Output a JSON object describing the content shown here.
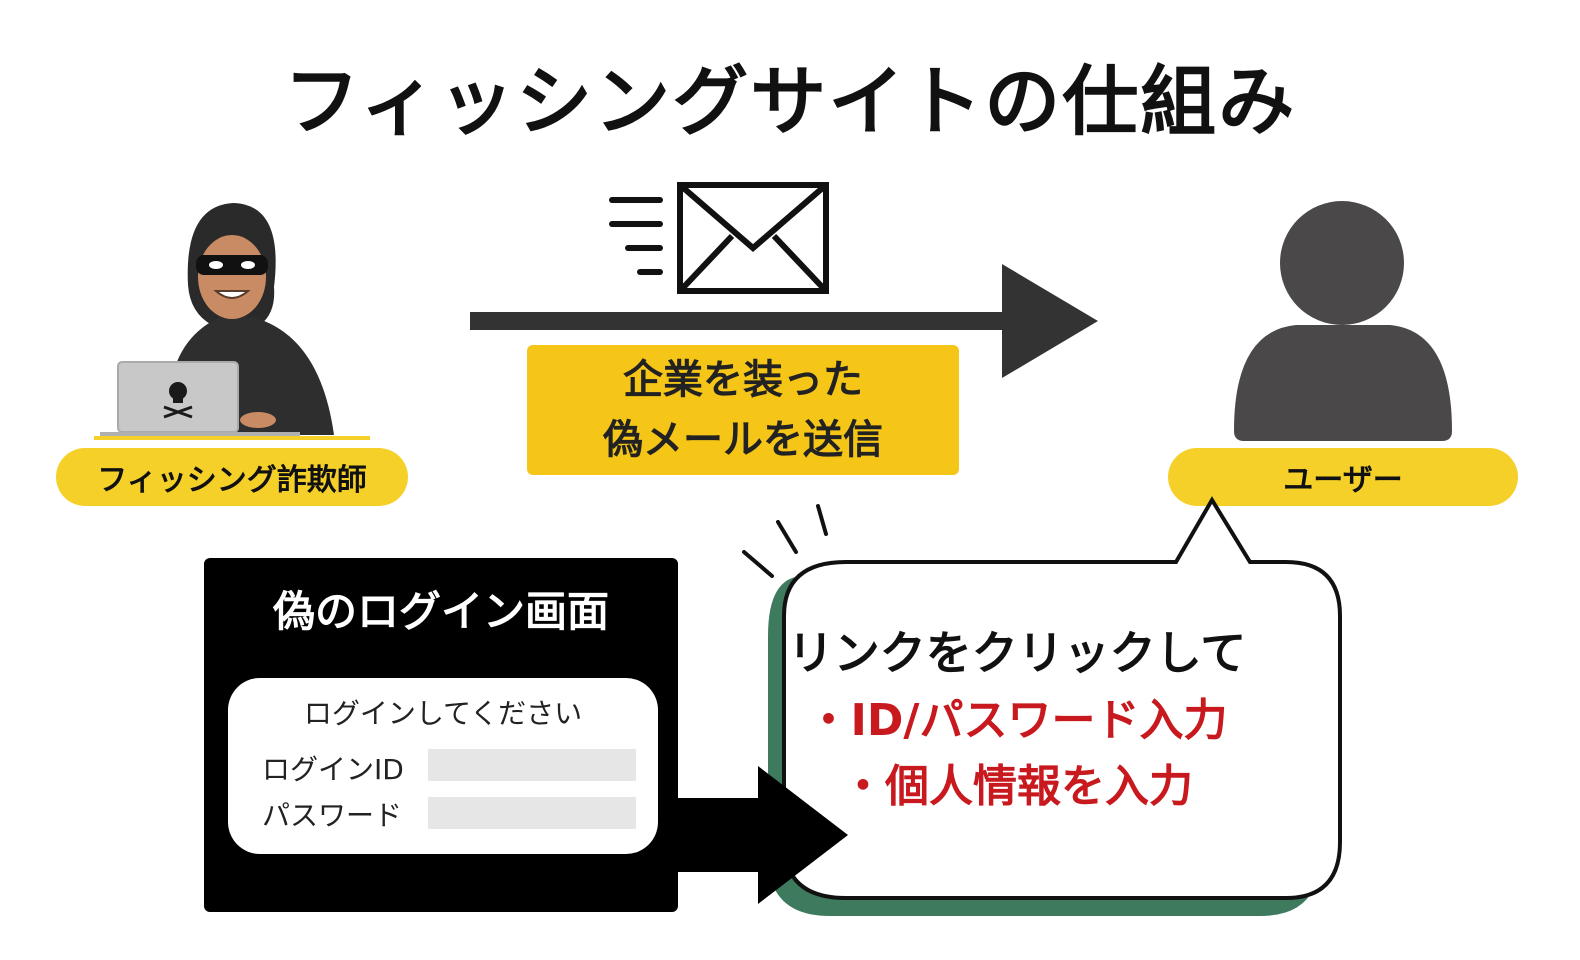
{
  "title": "フィッシングサイトの仕組み",
  "phisher": {
    "label": "フィッシング詐欺師"
  },
  "email_note": {
    "line1": "企業を装った",
    "line2": "偽メールを送信"
  },
  "user": {
    "label": "ユーザー"
  },
  "fake_login": {
    "title": "偽のログイン画面",
    "prompt": "ログインしてください",
    "id_label": "ログインID",
    "password_label": "パスワード"
  },
  "speech_bubble": {
    "main": "リンクをクリックして",
    "items": [
      "・ID/パスワード入力",
      "・個人情報を入力"
    ]
  },
  "colors": {
    "highlight_yellow": "#f5d028",
    "alert_red": "#c8191e",
    "bubble_shadow_green": "#3e7a5e",
    "user_gray": "#4a4848"
  }
}
